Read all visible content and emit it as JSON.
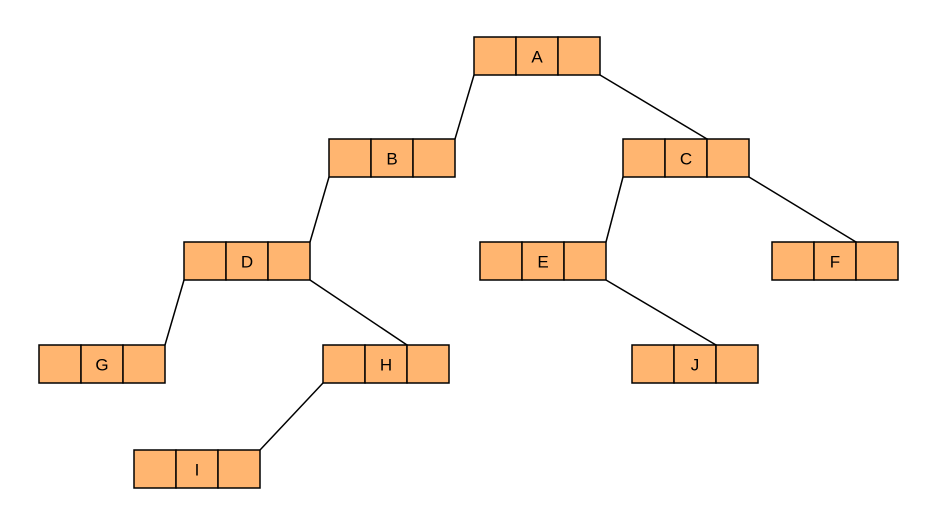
{
  "tree": {
    "colors": {
      "node_fill": "#FFB570",
      "border": "#000000",
      "edge": "#000000"
    },
    "nodes": [
      {
        "id": "A",
        "label": "A"
      },
      {
        "id": "B",
        "label": "B"
      },
      {
        "id": "C",
        "label": "C"
      },
      {
        "id": "D",
        "label": "D"
      },
      {
        "id": "E",
        "label": "E"
      },
      {
        "id": "F",
        "label": "F"
      },
      {
        "id": "G",
        "label": "G"
      },
      {
        "id": "H",
        "label": "H"
      },
      {
        "id": "I",
        "label": "I"
      },
      {
        "id": "J",
        "label": "J"
      }
    ],
    "edges": [
      {
        "from": "A",
        "to": "B",
        "side": "left"
      },
      {
        "from": "A",
        "to": "C",
        "side": "right"
      },
      {
        "from": "B",
        "to": "D",
        "side": "left"
      },
      {
        "from": "C",
        "to": "E",
        "side": "left"
      },
      {
        "from": "C",
        "to": "F",
        "side": "right"
      },
      {
        "from": "D",
        "to": "G",
        "side": "left"
      },
      {
        "from": "D",
        "to": "H",
        "side": "right"
      },
      {
        "from": "E",
        "to": "J",
        "side": "right"
      },
      {
        "from": "H",
        "to": "I",
        "side": "left"
      }
    ]
  }
}
